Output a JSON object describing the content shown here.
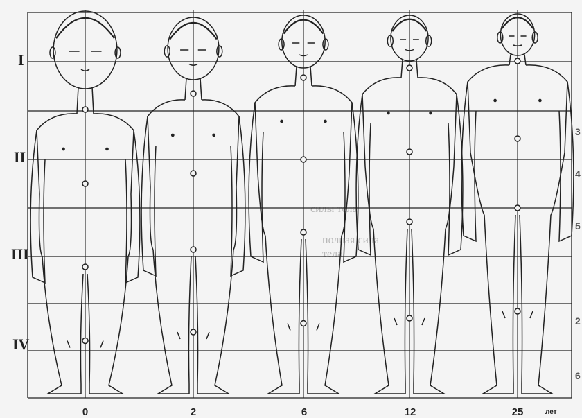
{
  "figure": {
    "section_labels": [
      "I",
      "II",
      "III",
      "IV"
    ],
    "age_labels": [
      "0",
      "2",
      "6",
      "12",
      "25"
    ],
    "age_unit": "лет",
    "right_edge_marks": [
      "3",
      "4",
      "5",
      "2",
      "6"
    ],
    "background_text": [
      "силы тела",
      "полная сила",
      "тела"
    ]
  },
  "colors": {
    "ink": "#222222",
    "paper": "#f4f4f4",
    "faint_text": "#b8b8b8"
  }
}
